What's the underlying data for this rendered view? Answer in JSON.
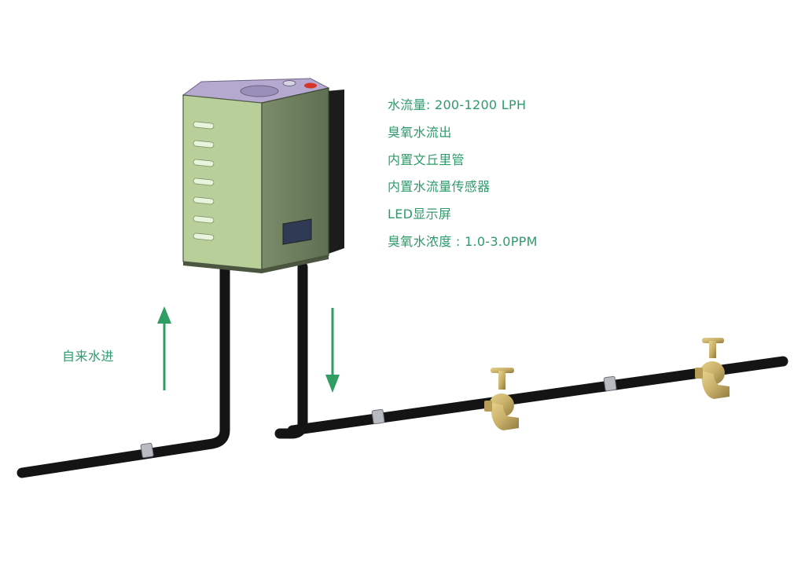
{
  "specs": [
    "水流量: 200-1200 LPH",
    "臭氧水流出",
    "内置文丘里管",
    "内置水流量传感器",
    "LED显示屏",
    "臭氧水浓度 : 1.0-3.0PPM"
  ],
  "inlet_label": "自来水进",
  "colors": {
    "label_green": "#2e9b6a",
    "arrow_green": "#2f9e63",
    "panel_green": "#b9cf9a",
    "pipe": "#141414",
    "faucet_brass": "#c9b06a"
  }
}
